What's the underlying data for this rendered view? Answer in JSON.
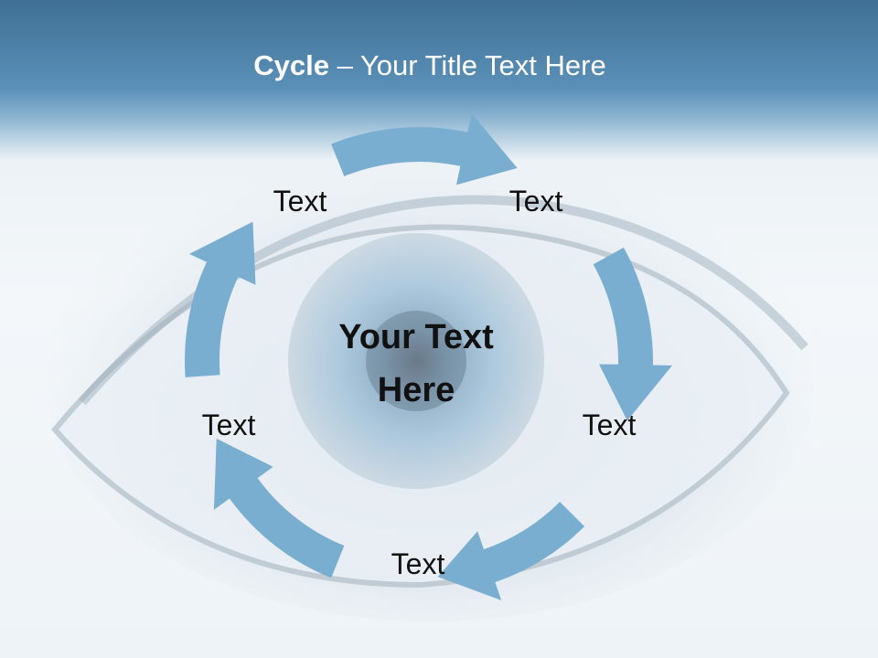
{
  "title": {
    "bold": "Cycle",
    "rest": " – Your Title Text Here"
  },
  "center_text": [
    "Your Text",
    "Here"
  ],
  "steps": [
    {
      "label": "Text"
    },
    {
      "label": "Text"
    },
    {
      "label": "Text"
    },
    {
      "label": "Text"
    },
    {
      "label": "Text"
    }
  ],
  "colors": {
    "arrow": "#7aaed0",
    "header": "#4a7ea6",
    "iris": "#6f9fc4"
  },
  "background_image": "close-up-blue-eye"
}
